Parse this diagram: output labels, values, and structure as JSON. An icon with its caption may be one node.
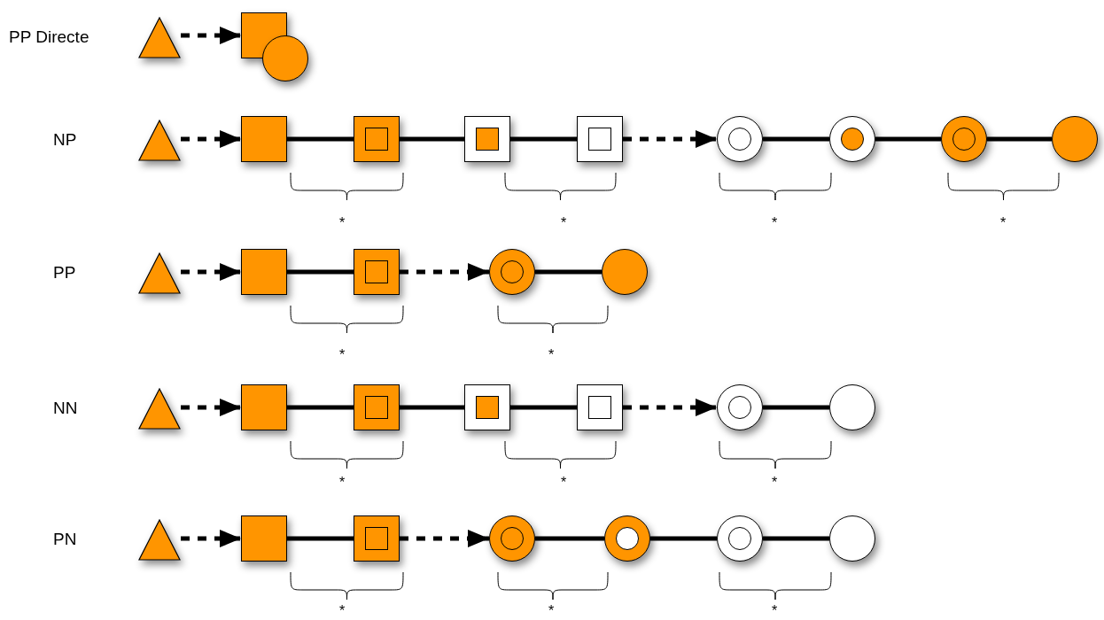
{
  "diagram": {
    "nodes": [
      {
        "text": [],
        "shape": "triangle"
      },
      {
        "text": [],
        "shape": "box"
      },
      {
        "text": [],
        "shape": "circle"
      },
      {
        "text": [],
        "shape": "triangle"
      },
      {
        "text": [],
        "shape": "box"
      },
      {
        "text": [],
        "shape": "box"
      },
      {
        "text": [],
        "shape": "box",
        "in": 5
      },
      {
        "text": [],
        "shape": "box"
      },
      {
        "text": [],
        "shape": "box",
        "in": 7
      },
      {
        "text": [],
        "shape": "box"
      },
      {
        "text": [],
        "shape": "box",
        "in": 9
      },
      {
        "text": [],
        "shape": "circle"
      },
      {
        "text": [],
        "shape": "circle",
        "in": 11
      },
      {
        "text": [],
        "shape": "circle"
      },
      {
        "text": [],
        "shape": "circle",
        "in": 13
      },
      {
        "text": [],
        "shape": "circle"
      },
      {
        "text": [],
        "shape": "circle",
        "in": 15
      },
      {
        "text": [],
        "shape": "circle"
      },
      {
        "text": [],
        "shape": "triangle"
      },
      {
        "text": [],
        "shape": "box"
      },
      {
        "text": [],
        "shape": "box"
      },
      {
        "text": [],
        "shape": "box",
        "in": 20
      },
      {
        "text": [],
        "shape": "circle"
      },
      {
        "text": [],
        "shape": "circle",
        "in": 22
      },
      {
        "text": [],
        "shape": "circle"
      },
      {
        "text": [],
        "shape": "triangle"
      },
      {
        "text": [],
        "shape": "box"
      },
      {
        "text": [],
        "shape": "box"
      },
      {
        "text": [],
        "shape": "box",
        "in": 27
      },
      {
        "text": [],
        "shape": "box"
      },
      {
        "text": [],
        "shape": "box",
        "in": 29
      },
      {
        "text": [],
        "shape": "box"
      },
      {
        "text": [],
        "shape": "box",
        "in": 31
      },
      {
        "text": [],
        "shape": "circle"
      },
      {
        "text": [],
        "shape": "circle",
        "in": 33
      },
      {
        "text": [],
        "shape": "circle"
      },
      {
        "text": [],
        "shape": "triangle"
      },
      {
        "text": [],
        "shape": "box"
      },
      {
        "text": [],
        "shape": "box"
      },
      {
        "text": [],
        "shape": "box",
        "in": 38
      },
      {
        "text": [],
        "shape": "circle"
      },
      {
        "text": [],
        "shape": "circle",
        "in": 40
      },
      {
        "text": [],
        "shape": "circle"
      },
      {
        "text": [],
        "shape": "circle",
        "in": 42
      },
      {
        "text": [],
        "shape": "circle"
      },
      {
        "text": [],
        "shape": "circle",
        "in": 44
      },
      {
        "text": [],
        "shape": "circle"
      }
    ],
    "edges": [
      {
        "from": 0,
        "to": 1,
        "arrow": "to",
        "style": "dashed"
      },
      {
        "from": 3,
        "to": 4,
        "arrow": "to",
        "style": "dashed"
      },
      {
        "from": 4,
        "to": 5,
        "arrow": "none"
      },
      {
        "from": 5,
        "to": 7,
        "arrow": "none"
      },
      {
        "from": 7,
        "to": 9,
        "arrow": "none"
      },
      {
        "from": 9,
        "to": 11,
        "arrow": "to",
        "style": "dashed"
      },
      {
        "from": 11,
        "to": 13,
        "arrow": "none"
      },
      {
        "from": 13,
        "to": 15,
        "arrow": "none"
      },
      {
        "from": 15,
        "to": 17,
        "arrow": "none"
      },
      {
        "from": 18,
        "to": 19,
        "arrow": "to",
        "style": "dashed"
      },
      {
        "from": 19,
        "to": 20,
        "arrow": "none"
      },
      {
        "from": 20,
        "to": 22,
        "arrow": "to",
        "style": "dashed"
      },
      {
        "from": 22,
        "to": 24,
        "arrow": "none"
      },
      {
        "from": 25,
        "to": 26,
        "arrow": "to",
        "style": "dashed"
      },
      {
        "from": 26,
        "to": 27,
        "arrow": "none"
      },
      {
        "from": 27,
        "to": 29,
        "arrow": "none"
      },
      {
        "from": 29,
        "to": 31,
        "arrow": "none"
      },
      {
        "from": 31,
        "to": 33,
        "arrow": "to",
        "style": "dashed"
      },
      {
        "from": 33,
        "to": 35,
        "arrow": "none"
      },
      {
        "from": 36,
        "to": 37,
        "arrow": "to",
        "style": "dashed"
      },
      {
        "from": 37,
        "to": 38,
        "arrow": "none"
      },
      {
        "from": 38,
        "to": 40,
        "arrow": "to",
        "style": "dashed"
      },
      {
        "from": 40,
        "to": 42,
        "arrow": "none"
      },
      {
        "from": 42,
        "to": 44,
        "arrow": "none"
      },
      {
        "from": 44,
        "to": 46,
        "arrow": "none"
      }
    ],
    "labels": [
      "PP Directe",
      "NP",
      "*",
      "*",
      "*",
      "*",
      "PP",
      "*",
      "*",
      "NN",
      "*",
      "*",
      "*",
      "PN",
      "*",
      "*",
      "*"
    ]
  }
}
